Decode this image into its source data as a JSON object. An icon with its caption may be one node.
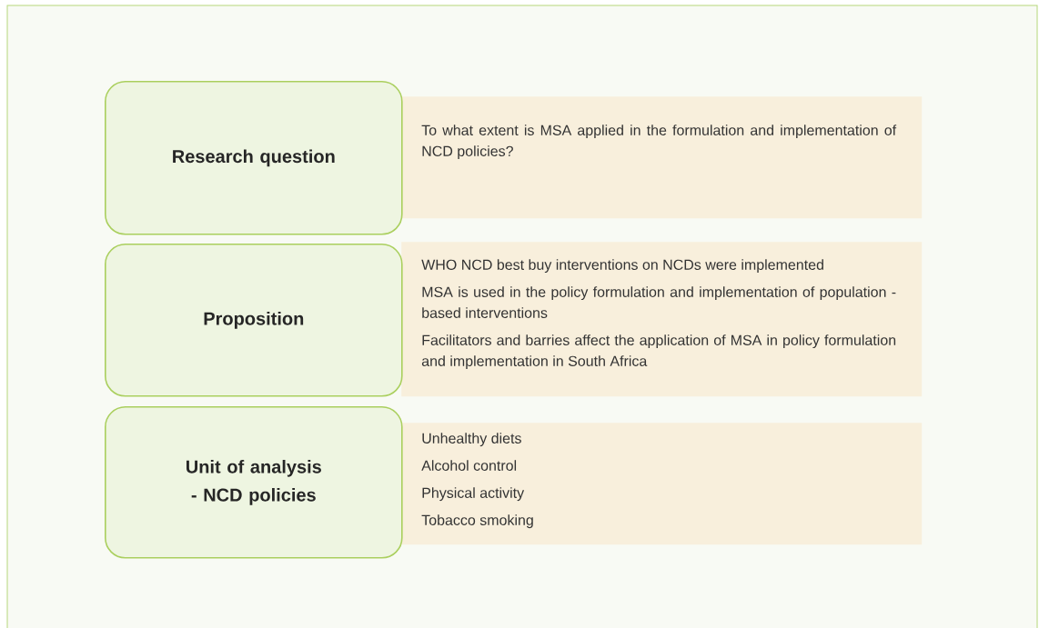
{
  "diagram": {
    "nodes": [
      {
        "text": [
          "Research question"
        ]
      },
      {
        "text": [
          "To what extent is MSA applied in the formulation and implementation of NCD policies?"
        ]
      },
      {
        "text": [
          "Proposition"
        ]
      },
      {
        "text": [
          "WHO NCD best buy interventions on NCDs were implemented",
          "MSA is used in the policy formulation and implementation of population - based interventions",
          "Facilitators and barries affect the application of MSA in policy formulation and implementation in South Africa"
        ]
      },
      {
        "text": [
          "Unit of analysis - NCD policies"
        ]
      },
      {
        "text": [
          "Unhealthy diets",
          "Alcohol control",
          "Physical activity",
          "Tobacco smoking"
        ]
      }
    ]
  }
}
